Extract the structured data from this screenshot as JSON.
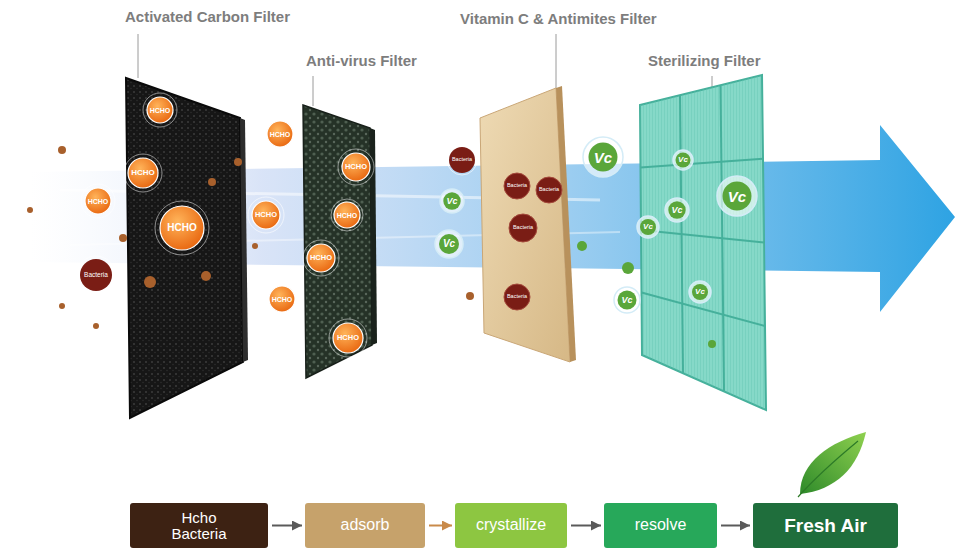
{
  "diagram": {
    "nodes": [
      {
        "text": [
          "Hcho Bacteria"
        ]
      },
      {
        "text": [
          "adsorb"
        ]
      },
      {
        "text": [
          "crystallize"
        ]
      },
      {
        "text": [
          "resolve"
        ]
      },
      {
        "text": [
          "Fresh Air"
        ]
      }
    ],
    "edges": [
      {
        "from": 0,
        "to": 1,
        "arrow": "to"
      },
      {
        "from": 1,
        "to": 2,
        "arrow": "to"
      },
      {
        "from": 2,
        "to": 3,
        "arrow": "to"
      },
      {
        "from": 3,
        "to": 4,
        "arrow": "to"
      }
    ],
    "labels": [
      "Activated Carbon Filter",
      "Anti-virus Filter",
      "Vitamin C & Antimites Filter",
      "Sterilizing Filter",
      "HCHO",
      "HCHO",
      "HCHO",
      "HCHO",
      "HCHO",
      "HCHO",
      "HCHO",
      "HCHO",
      "HCHO",
      "HCHO",
      "HCHO",
      "Bacteria",
      "Bacteria",
      "Bacteria",
      "Bacteria",
      "Bacteria",
      "Bacteria",
      "Vc",
      "Vc",
      "Vc",
      "Vc",
      "Vc",
      "Vc",
      "Vc",
      "Vc",
      "Vc"
    ]
  }
}
